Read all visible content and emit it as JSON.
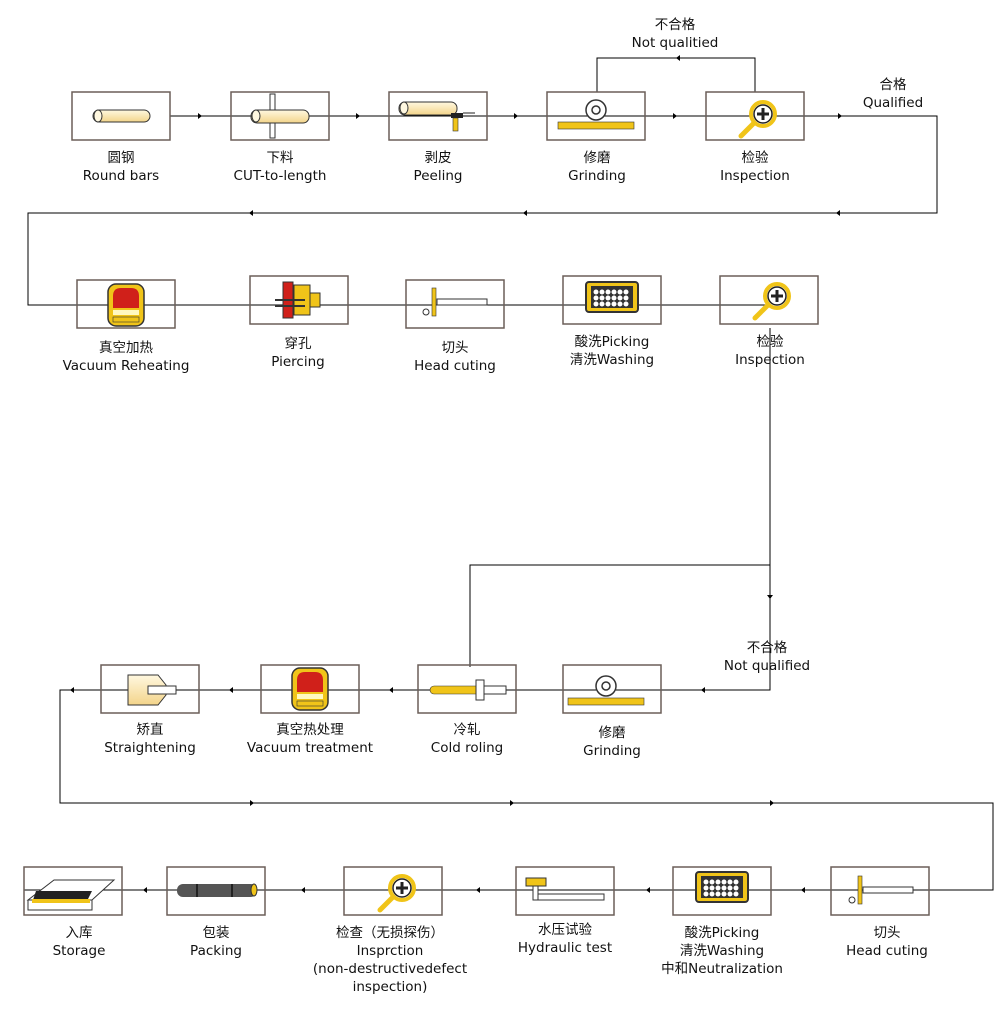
{
  "colors": {
    "accent": "#f0c419",
    "bar": "#fbe7a8",
    "line": "#000000",
    "box": "#6b5f58",
    "red": "#d0201a",
    "dark": "#333333"
  },
  "row1": [
    {
      "cn": "圆钢",
      "en": "Round bars",
      "icon": "round-bar-icon"
    },
    {
      "cn": "下料",
      "en": "CUT-to-length",
      "icon": "saw-cut-icon"
    },
    {
      "cn": "剥皮",
      "en": "Peeling",
      "icon": "peeling-tool-icon"
    },
    {
      "cn": "修磨",
      "en": "Grinding",
      "icon": "grinding-wheel-icon"
    },
    {
      "cn": "检验",
      "en": "Inspection",
      "icon": "magnifier-icon"
    }
  ],
  "loop1": {
    "cn": "不合格",
    "en": "Not qualitied"
  },
  "qualified": {
    "cn": "合格",
    "en": "Qualified"
  },
  "row2": [
    {
      "cn": "真空加热",
      "en": "Vacuum Reheating",
      "icon": "furnace-icon"
    },
    {
      "cn": "穿孔",
      "en": "Piercing",
      "icon": "piercing-mill-icon"
    },
    {
      "cn": "切头",
      "en": "Head cuting",
      "icon": "head-cut-icon"
    },
    {
      "cn": "酸洗Picking",
      "en": "清洗Washing",
      "icon": "pickling-tank-icon"
    },
    {
      "cn": "检验",
      "en": "Inspection",
      "icon": "magnifier-icon"
    }
  ],
  "loop2": {
    "cn": "不合格",
    "en": "Not qualified"
  },
  "row3": [
    {
      "cn": "矫直",
      "en": "Straightening",
      "icon": "straightener-icon"
    },
    {
      "cn": "真空热处理",
      "en": "Vacuum treatment",
      "icon": "furnace-icon"
    },
    {
      "cn": "冷轧",
      "en": "Cold roling",
      "icon": "cold-roll-icon"
    },
    {
      "cn": "修磨",
      "en": "Grinding",
      "icon": "grinding-wheel-icon"
    }
  ],
  "row4": [
    {
      "cn": "入库",
      "en": "Storage",
      "icon": "storage-icon"
    },
    {
      "cn": "包装",
      "en": "Packing",
      "icon": "packed-tube-icon"
    },
    {
      "cn": "检查（无损探伤）",
      "en": "Insprction",
      "extra1": "(non-destructivedefect",
      "extra2": "inspection)",
      "icon": "magnifier-icon"
    },
    {
      "cn": "水压试验",
      "en": "Hydraulic test",
      "icon": "hydraulic-test-icon"
    },
    {
      "cn": "酸洗Picking",
      "en": "清洗Washing",
      "extra1": "中和Neutralization",
      "icon": "pickling-tank-icon"
    },
    {
      "cn": "切头",
      "en": "Head cuting",
      "icon": "head-cut-icon"
    }
  ]
}
